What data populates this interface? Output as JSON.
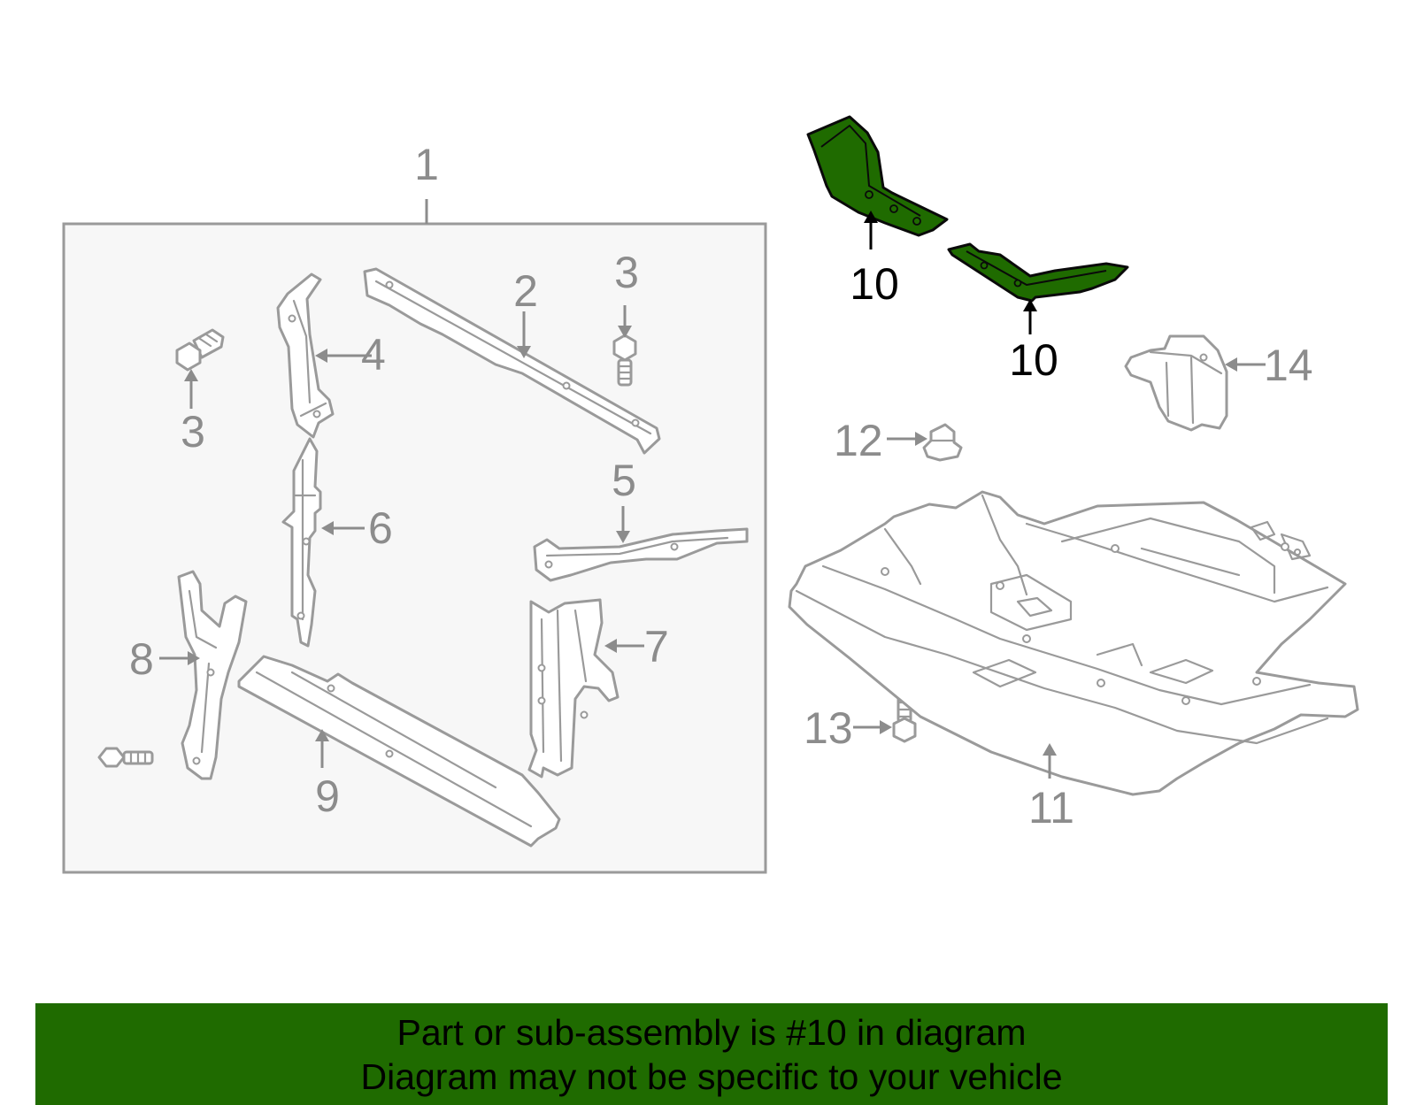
{
  "callouts": {
    "c1": "1",
    "c2": "2",
    "c3a": "3",
    "c3b": "3",
    "c4": "4",
    "c5": "5",
    "c6": "6",
    "c7": "7",
    "c8": "8",
    "c9": "9",
    "c10a": "10",
    "c10b": "10",
    "c11": "11",
    "c12": "12",
    "c13": "13",
    "c14": "14"
  },
  "banner": {
    "line1": "Part or sub-assembly is #10 in diagram",
    "line2": "Diagram may not be specific to your vehicle"
  },
  "colors": {
    "highlight": "#1f6b00",
    "part_stroke": "#9a9a9a",
    "label": "#8c8c8c",
    "box_fill": "#f7f7f7"
  }
}
